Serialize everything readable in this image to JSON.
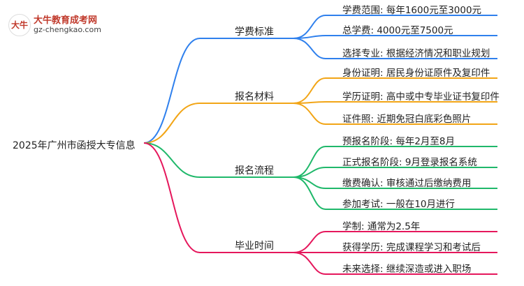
{
  "logo": {
    "mark": "大牛",
    "title": "大牛教育成考网",
    "url": "gz-chengkao.com"
  },
  "mindmap": {
    "root": "2025年广州市函授大专信息",
    "branches": [
      {
        "label": "学费标准",
        "color": "#2f80ed",
        "children": [
          "学费范围: 每年1600元至3000元",
          "总学费: 4000元至7500元",
          "选择专业: 根据经济情况和职业规划"
        ]
      },
      {
        "label": "报名材料",
        "color": "#f2a516",
        "children": [
          "身份证明: 居民身份证原件及复印件",
          "学历证明: 高中或中专毕业证书复印件",
          "证件照: 近期免冠白底彩色照片"
        ]
      },
      {
        "label": "报名流程",
        "color": "#1fb86a",
        "children": [
          "预报名阶段: 每年2月至8月",
          "正式报名阶段: 9月登录报名系统",
          "缴费确认: 审核通过后缴纳费用",
          "参加考试: 一般在10月进行"
        ]
      },
      {
        "label": "毕业时间",
        "color": "#e5175c",
        "children": [
          "学制: 通常为2.5年",
          "获得学历: 完成课程学习和考试后",
          "未来选择: 继续深造或进入职场"
        ]
      }
    ]
  }
}
